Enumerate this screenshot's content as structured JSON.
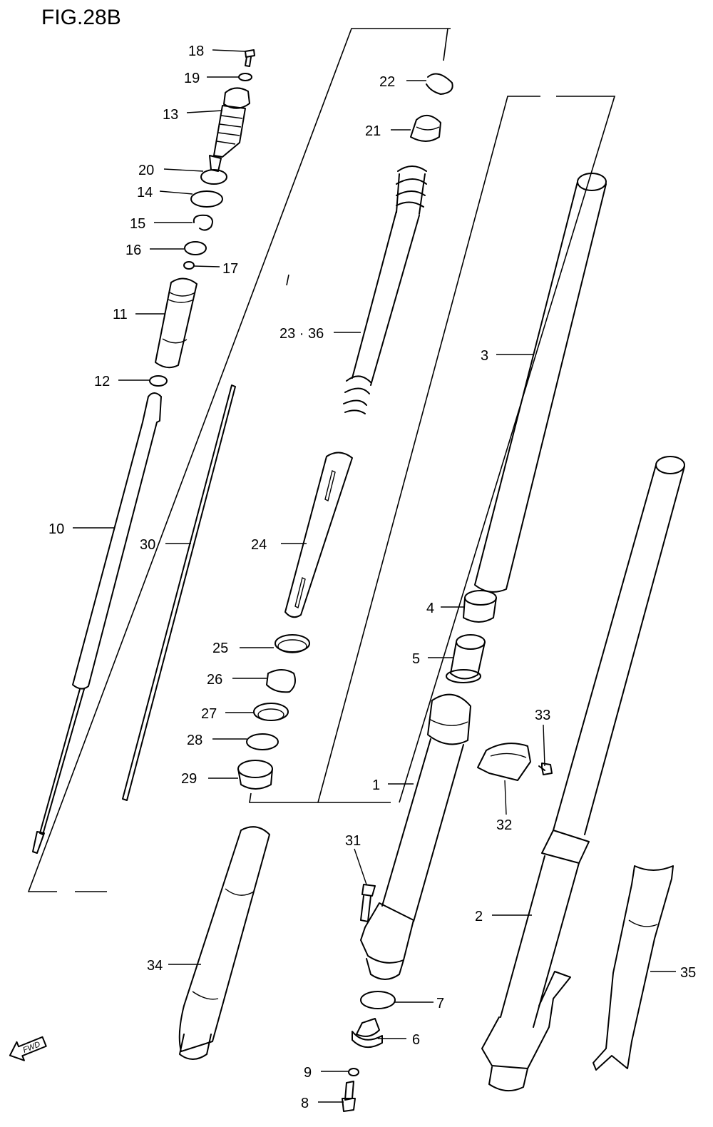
{
  "figure": {
    "title": "FIG.28B"
  },
  "fwd_arrow": {
    "label": "FWD"
  },
  "labels": {
    "p1": "1",
    "p2": "2",
    "p3": "3",
    "p4": "4",
    "p5": "5",
    "p6": "6",
    "p7": "7",
    "p8": "8",
    "p9": "9",
    "p10": "10",
    "p11": "11",
    "p12": "12",
    "p13": "13",
    "p14": "14",
    "p15": "15",
    "p16": "16",
    "p17": "17",
    "p18": "18",
    "p19": "19",
    "p20": "20",
    "p21": "21",
    "p22": "22",
    "p23_36": "23 · 36",
    "p24": "24",
    "p25": "25",
    "p26": "26",
    "p27": "27",
    "p28": "28",
    "p29": "29",
    "p30": "30",
    "p31": "31",
    "p32": "32",
    "p33": "33",
    "p34": "34",
    "p35": "35"
  }
}
